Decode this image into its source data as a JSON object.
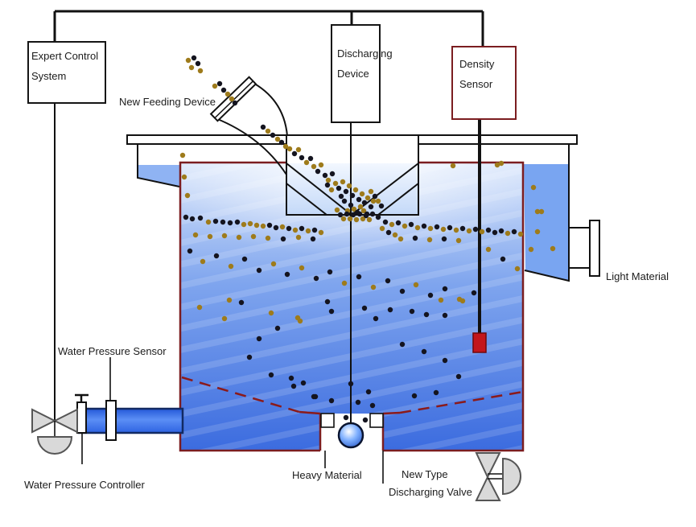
{
  "boxes": {
    "expert_control_system": {
      "lines": [
        "Expert Control",
        "System"
      ]
    },
    "discharging_device": {
      "lines": [
        "Discharging",
        "Device"
      ]
    },
    "density_sensor": {
      "lines": [
        "Density",
        "Sensor"
      ]
    }
  },
  "labels": {
    "new_feeding_device": "New Feeding Device",
    "light_material": "Light Material",
    "water_pressure_sensor": "Water Pressure Sensor",
    "water_pressure_controller": "Water Pressure Controller",
    "heavy_material": "Heavy Material",
    "new_type_line1": "New Type",
    "new_type_line2": "Discharging Valve"
  },
  "colors": {
    "tank_border": "#7b1d20",
    "dashed_line": "#8b1a1a",
    "launder_blue": "#79a5f1",
    "launder_blue_left": "#8fb3f3",
    "particle_dark": "#14141f",
    "particle_gold": "#9e7b1b",
    "sensor_tip": "#c3161c",
    "sensor_tip_border": "#70090c",
    "valve_gray": "#d9d9d9",
    "valve_border": "#555555",
    "line_black": "#111111",
    "pipe_border": "#122a63"
  },
  "particle_radius": 3.2,
  "particles": [
    [
      234,
      75,
      "g"
    ],
    [
      241,
      72,
      "k"
    ],
    [
      246,
      79,
      "k"
    ],
    [
      249,
      88,
      "g"
    ],
    [
      238,
      84,
      "g"
    ],
    [
      267,
      107,
      "g"
    ],
    [
      273,
      104,
      "k"
    ],
    [
      278,
      112,
      "k"
    ],
    [
      283,
      117,
      "g"
    ],
    [
      288,
      123,
      "g"
    ],
    [
      292,
      128,
      "k"
    ],
    [
      327,
      158,
      "k"
    ],
    [
      333,
      163,
      "g"
    ],
    [
      339,
      168,
      "k"
    ],
    [
      345,
      173,
      "g"
    ],
    [
      350,
      177,
      "k"
    ],
    [
      355,
      182,
      "g"
    ],
    [
      360,
      185,
      "g"
    ],
    [
      366,
      191,
      "k"
    ],
    [
      371,
      186,
      "g"
    ],
    [
      375,
      196,
      "k"
    ],
    [
      381,
      202,
      "g"
    ],
    [
      386,
      197,
      "k"
    ],
    [
      390,
      207,
      "g"
    ],
    [
      395,
      213,
      "k"
    ],
    [
      399,
      205,
      "g"
    ],
    [
      404,
      218,
      "k"
    ],
    [
      408,
      224,
      "g"
    ],
    [
      413,
      216,
      "k"
    ],
    [
      417,
      228,
      "g"
    ],
    [
      421,
      234,
      "k"
    ],
    [
      426,
      226,
      "g"
    ],
    [
      430,
      238,
      "k"
    ],
    [
      434,
      231,
      "g"
    ],
    [
      438,
      243,
      "k"
    ],
    [
      442,
      236,
      "g"
    ],
    [
      446,
      248,
      "k"
    ],
    [
      450,
      241,
      "g"
    ],
    [
      453,
      252,
      "k"
    ],
    [
      457,
      246,
      "g"
    ],
    [
      461,
      257,
      "k"
    ],
    [
      464,
      250,
      "g"
    ],
    [
      436,
      255,
      "k"
    ],
    [
      440,
      260,
      "g"
    ],
    [
      444,
      264,
      "k"
    ],
    [
      448,
      257,
      "g"
    ],
    [
      428,
      250,
      "k"
    ],
    [
      432,
      262,
      "g"
    ],
    [
      424,
      244,
      "k"
    ],
    [
      452,
      262,
      "g"
    ],
    [
      456,
      266,
      "k"
    ],
    [
      412,
      236,
      "g"
    ],
    [
      407,
      230,
      "k"
    ],
    [
      461,
      238,
      "g"
    ],
    [
      466,
      244,
      "k"
    ],
    [
      470,
      250,
      "g"
    ],
    [
      474,
      256,
      "k"
    ],
    [
      419,
      261,
      "g"
    ],
    [
      423,
      267,
      "k"
    ],
    [
      427,
      272,
      "g"
    ],
    [
      431,
      266,
      "k"
    ],
    [
      435,
      272,
      "g"
    ],
    [
      439,
      267,
      "k"
    ],
    [
      443,
      273,
      "g"
    ],
    [
      447,
      266,
      "k"
    ],
    [
      451,
      272,
      "g"
    ],
    [
      455,
      268,
      "k"
    ],
    [
      459,
      273,
      "g"
    ],
    [
      463,
      266,
      "k"
    ],
    [
      231,
      270,
      "k"
    ],
    [
      239,
      272,
      "k"
    ],
    [
      249,
      271,
      "k"
    ],
    [
      259,
      276,
      "g"
    ],
    [
      268,
      275,
      "k"
    ],
    [
      277,
      276,
      "k"
    ],
    [
      286,
      277,
      "k"
    ],
    [
      295,
      276,
      "k"
    ],
    [
      303,
      279,
      "g"
    ],
    [
      311,
      278,
      "g"
    ],
    [
      319,
      280,
      "g"
    ],
    [
      327,
      281,
      "g"
    ],
    [
      335,
      280,
      "k"
    ],
    [
      343,
      283,
      "k"
    ],
    [
      351,
      282,
      "g"
    ],
    [
      359,
      284,
      "k"
    ],
    [
      367,
      286,
      "g"
    ],
    [
      375,
      284,
      "k"
    ],
    [
      383,
      287,
      "g"
    ],
    [
      391,
      286,
      "k"
    ],
    [
      399,
      289,
      "g"
    ],
    [
      470,
      270,
      "k"
    ],
    [
      475,
      284,
      "g"
    ],
    [
      483,
      289,
      "k"
    ],
    [
      491,
      292,
      "g"
    ],
    [
      479,
      276,
      "k"
    ],
    [
      487,
      279,
      "g"
    ],
    [
      495,
      277,
      "k"
    ],
    [
      503,
      281,
      "g"
    ],
    [
      511,
      279,
      "k"
    ],
    [
      519,
      283,
      "g"
    ],
    [
      527,
      281,
      "k"
    ],
    [
      535,
      284,
      "g"
    ],
    [
      543,
      282,
      "k"
    ],
    [
      551,
      285,
      "g"
    ],
    [
      559,
      283,
      "k"
    ],
    [
      567,
      286,
      "g"
    ],
    [
      575,
      284,
      "k"
    ],
    [
      583,
      287,
      "g"
    ],
    [
      591,
      285,
      "k"
    ],
    [
      599,
      288,
      "g"
    ],
    [
      607,
      286,
      "k"
    ],
    [
      615,
      289,
      "k"
    ],
    [
      623,
      287,
      "k"
    ],
    [
      631,
      290,
      "g"
    ],
    [
      639,
      288,
      "k"
    ],
    [
      647,
      291,
      "g"
    ],
    [
      243,
      292,
      "g"
    ],
    [
      261,
      294,
      "g"
    ],
    [
      279,
      293,
      "g"
    ],
    [
      297,
      295,
      "g"
    ],
    [
      315,
      294,
      "g"
    ],
    [
      333,
      296,
      "g"
    ],
    [
      352,
      297,
      "k"
    ],
    [
      371,
      295,
      "g"
    ],
    [
      389,
      297,
      "k"
    ],
    [
      498,
      297,
      "g"
    ],
    [
      516,
      296,
      "k"
    ],
    [
      534,
      298,
      "g"
    ],
    [
      552,
      297,
      "k"
    ],
    [
      570,
      299,
      "g"
    ],
    [
      227,
      193,
      "g"
    ],
    [
      229,
      220,
      "g"
    ],
    [
      233,
      243,
      "g"
    ],
    [
      563,
      206,
      "g"
    ],
    [
      618,
      205,
      "g"
    ],
    [
      623,
      203,
      "g"
    ],
    [
      663,
      233,
      "g"
    ],
    [
      668,
      263,
      "g"
    ],
    [
      673,
      263,
      "g"
    ],
    [
      668,
      288,
      "g"
    ],
    [
      660,
      310,
      "g"
    ],
    [
      687,
      309,
      "g"
    ],
    [
      236,
      312,
      "k"
    ],
    [
      252,
      325,
      "g"
    ],
    [
      269,
      318,
      "k"
    ],
    [
      287,
      331,
      "g"
    ],
    [
      304,
      322,
      "k"
    ],
    [
      322,
      336,
      "k"
    ],
    [
      340,
      328,
      "g"
    ],
    [
      357,
      341,
      "k"
    ],
    [
      375,
      333,
      "g"
    ],
    [
      393,
      346,
      "k"
    ],
    [
      410,
      338,
      "k"
    ],
    [
      428,
      352,
      "g"
    ],
    [
      446,
      344,
      "k"
    ],
    [
      464,
      357,
      "g"
    ],
    [
      482,
      349,
      "k"
    ],
    [
      500,
      362,
      "k"
    ],
    [
      517,
      354,
      "g"
    ],
    [
      535,
      367,
      "k"
    ],
    [
      553,
      359,
      "k"
    ],
    [
      571,
      372,
      "g"
    ],
    [
      589,
      364,
      "k"
    ],
    [
      607,
      310,
      "g"
    ],
    [
      625,
      322,
      "k"
    ],
    [
      643,
      334,
      "g"
    ],
    [
      248,
      382,
      "g"
    ],
    [
      279,
      396,
      "g"
    ],
    [
      300,
      376,
      "k"
    ],
    [
      285,
      373,
      "g"
    ],
    [
      337,
      389,
      "g"
    ],
    [
      370,
      395,
      "g"
    ],
    [
      373,
      399,
      "g"
    ],
    [
      412,
      387,
      "k"
    ],
    [
      407,
      375,
      "k"
    ],
    [
      345,
      408,
      "k"
    ],
    [
      322,
      421,
      "k"
    ],
    [
      310,
      444,
      "k"
    ],
    [
      337,
      466,
      "k"
    ],
    [
      362,
      470,
      "k"
    ],
    [
      377,
      476,
      "k"
    ],
    [
      365,
      480,
      "k"
    ],
    [
      392,
      493,
      "k"
    ],
    [
      412,
      498,
      "k"
    ],
    [
      453,
      383,
      "k"
    ],
    [
      467,
      396,
      "k"
    ],
    [
      485,
      385,
      "k"
    ],
    [
      512,
      387,
      "k"
    ],
    [
      530,
      391,
      "k"
    ],
    [
      553,
      392,
      "k"
    ],
    [
      500,
      428,
      "k"
    ],
    [
      527,
      437,
      "k"
    ],
    [
      553,
      448,
      "k"
    ],
    [
      570,
      468,
      "k"
    ],
    [
      542,
      488,
      "k"
    ],
    [
      515,
      492,
      "k"
    ],
    [
      548,
      373,
      "g"
    ],
    [
      575,
      374,
      "g"
    ],
    [
      436,
      477,
      "k"
    ],
    [
      458,
      487,
      "k"
    ],
    [
      390,
      493,
      "k"
    ],
    [
      430,
      519,
      "k"
    ],
    [
      454,
      522,
      "k"
    ],
    [
      463,
      504,
      "k"
    ],
    [
      445,
      500,
      "k"
    ]
  ]
}
